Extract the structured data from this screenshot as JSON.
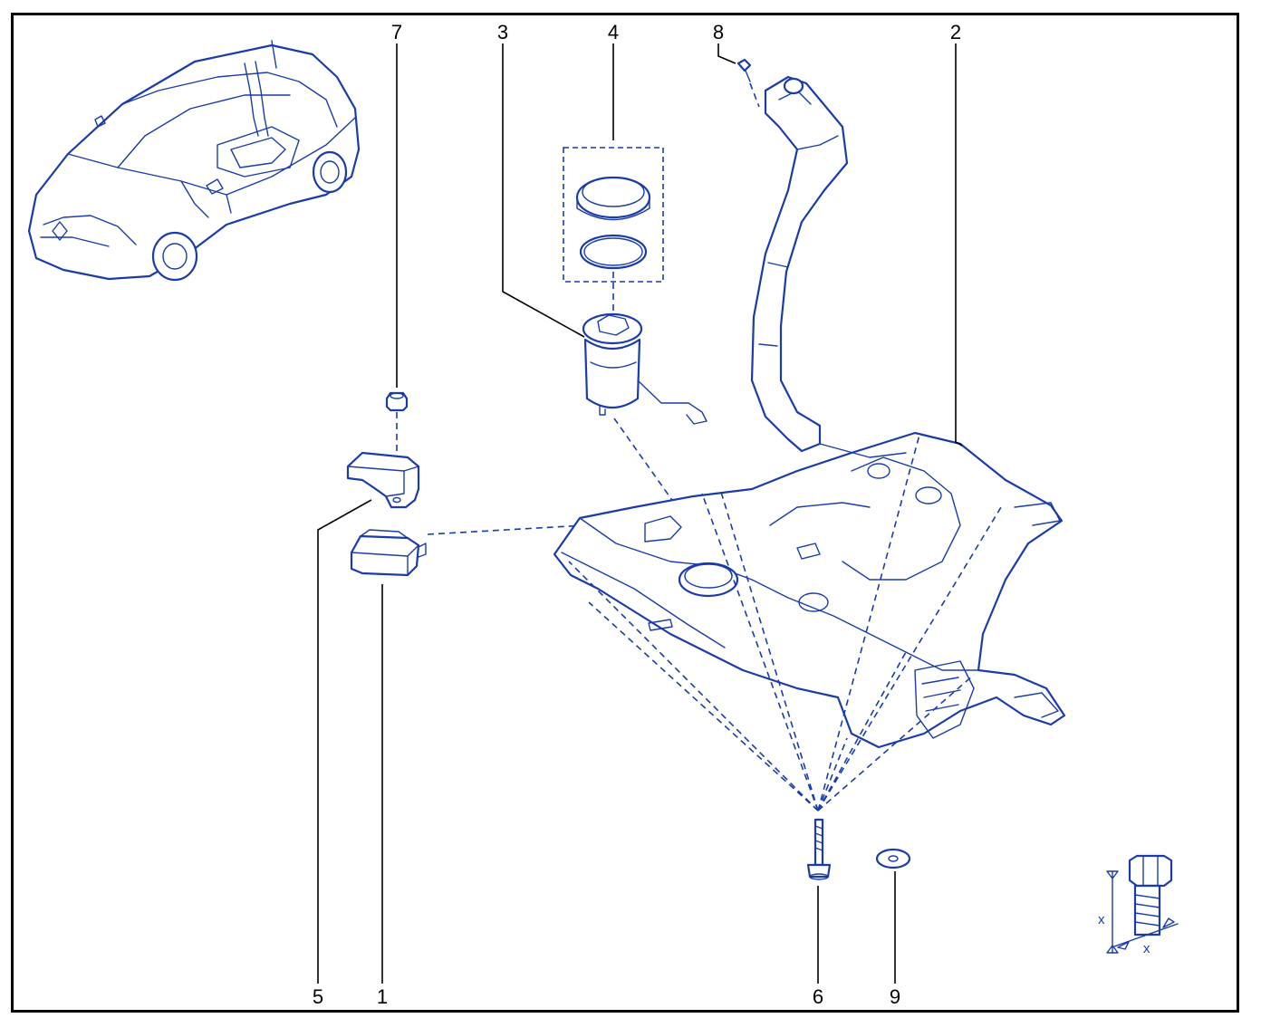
{
  "diagram": {
    "stroke_color": "#1a3cab",
    "callouts": [
      {
        "id": "7",
        "label": "7"
      },
      {
        "id": "3",
        "label": "3"
      },
      {
        "id": "4",
        "label": "4"
      },
      {
        "id": "8",
        "label": "8"
      },
      {
        "id": "2",
        "label": "2"
      },
      {
        "id": "5",
        "label": "5"
      },
      {
        "id": "1",
        "label": "1"
      },
      {
        "id": "6",
        "label": "6"
      },
      {
        "id": "9",
        "label": "9"
      }
    ],
    "torque_symbol": {
      "dimension_label_a": "x",
      "dimension_label_b": "x"
    }
  }
}
